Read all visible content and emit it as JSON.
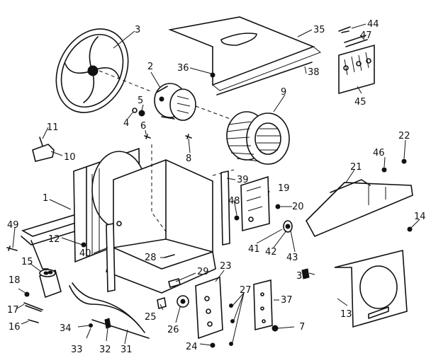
{
  "labels": {
    "l1": "1",
    "l2": "2",
    "l3": "3",
    "l4": "4",
    "l5": "5",
    "l6": "6",
    "l7": "7",
    "l8": "8",
    "l9": "9",
    "l10": "10",
    "l11": "11",
    "l12": "12",
    "l13": "13",
    "l14": "14",
    "l15": "15",
    "l16": "16",
    "l17": "17",
    "l18": "18",
    "l19": "19",
    "l20": "20",
    "l21": "21",
    "l22": "22",
    "l23": "23",
    "l24": "24",
    "l25": "25",
    "l26": "26",
    "l27": "27",
    "l28": "28",
    "l29": "29",
    "l30": "30",
    "l31": "31",
    "l32": "32",
    "l33": "33",
    "l34": "34",
    "l35": "35",
    "l36": "36",
    "l37": "37",
    "l38": "38",
    "l39": "39",
    "l40": "40",
    "l41": "41",
    "l42": "42",
    "l43": "43",
    "l44": "44",
    "l45": "45",
    "l46": "46",
    "l47": "47",
    "l48": "48",
    "l49": "49"
  }
}
